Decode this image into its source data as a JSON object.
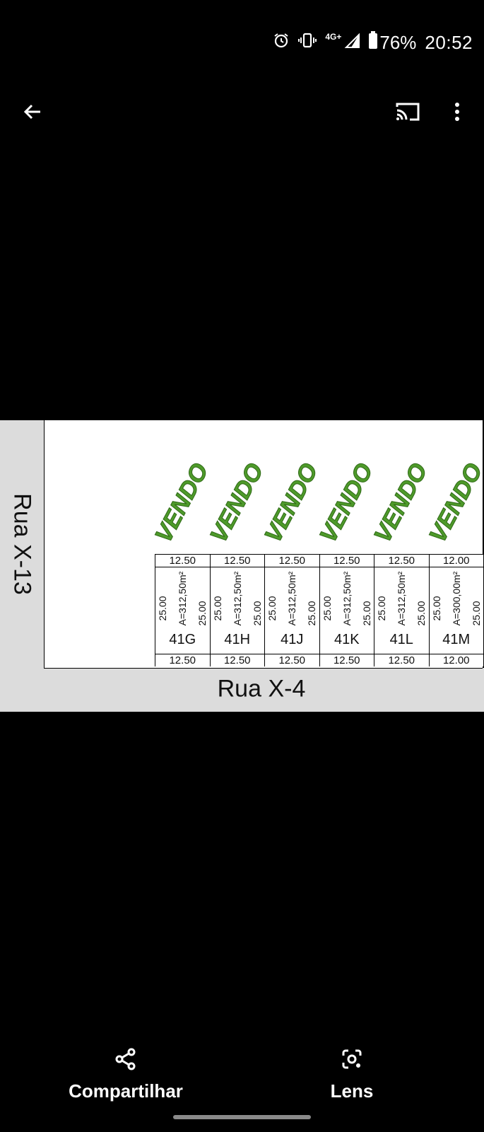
{
  "status_bar": {
    "network": "4G+",
    "battery": "76%",
    "time": "20:52",
    "icons": [
      "alarm-icon",
      "vibrate-icon",
      "signal-icon",
      "battery-icon"
    ]
  },
  "toolbar": {
    "back_icon": "arrow-back-icon",
    "cast_icon": "cast-icon",
    "menu_icon": "more-vert-icon"
  },
  "map": {
    "street_left": "Rua X-13",
    "street_bottom": "Rua X-4",
    "stamp": "VENDO",
    "stamp_color": "#4e9a2a",
    "lots": [
      {
        "id": "41G",
        "top": "12.50",
        "bottom": "12.50",
        "left": "25.00",
        "right": "25.00",
        "area": "A=312,50m²"
      },
      {
        "id": "41H",
        "top": "12.50",
        "bottom": "12.50",
        "left": "25.00",
        "right": "25.00",
        "area": "A=312,50m²"
      },
      {
        "id": "41J",
        "top": "12.50",
        "bottom": "12.50",
        "left": "25.00",
        "right": "25.00",
        "area": "A=312,50m²"
      },
      {
        "id": "41K",
        "top": "12.50",
        "bottom": "12.50",
        "left": "25.00",
        "right": "25.00",
        "area": "A=312,50m²"
      },
      {
        "id": "41L",
        "top": "12.50",
        "bottom": "12.50",
        "left": "25.00",
        "right": "25.00",
        "area": "A=312,50m²"
      },
      {
        "id": "41M",
        "top": "12.00",
        "bottom": "12.00",
        "left": "25.00",
        "right": "25.00",
        "area": "A=300,00m²"
      }
    ]
  },
  "bottom_bar": {
    "share_label": "Compartilhar",
    "lens_label": "Lens",
    "share_icon": "share-icon",
    "lens_icon": "lens-icon"
  }
}
